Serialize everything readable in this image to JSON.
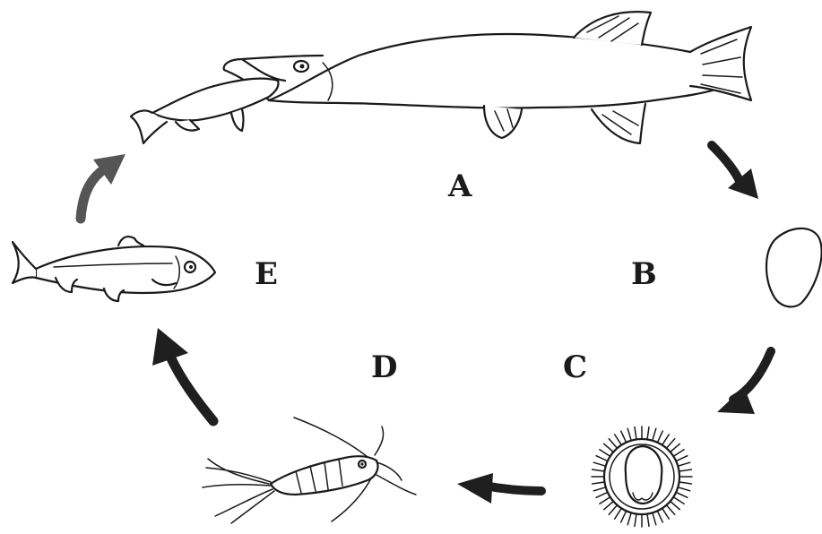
{
  "labels": {
    "a": "A",
    "b": "B",
    "c": "C",
    "d": "D",
    "e": "E"
  },
  "colors": {
    "ink": "#1a1a1a",
    "arrow_dark": "#1f1f1f",
    "arrow_grey": "#555555"
  }
}
